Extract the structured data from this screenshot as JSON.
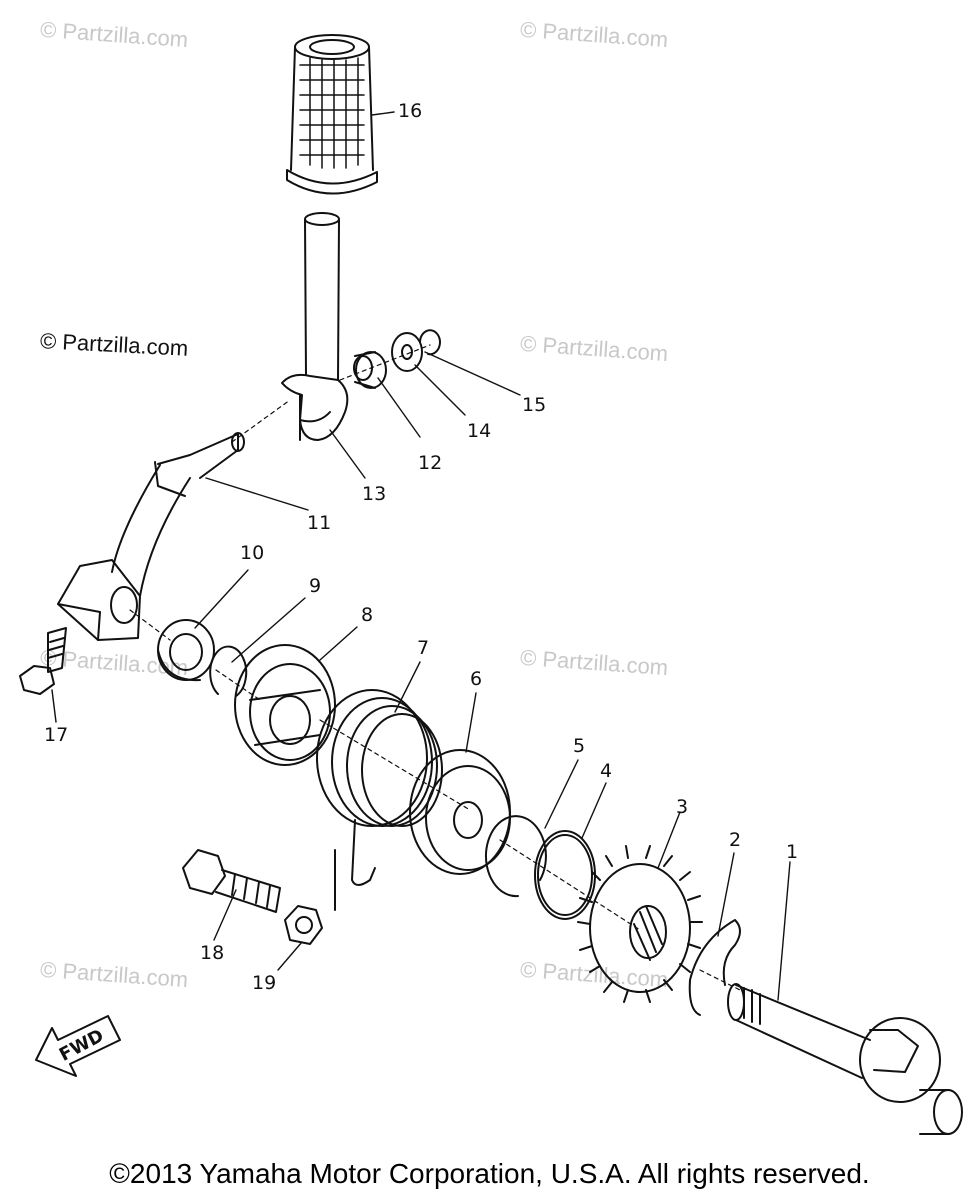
{
  "watermark": "© Partzilla.com",
  "watermark_dark": "© Partzilla.com",
  "footer": {
    "copyright": "©2013 Yamaha Motor Corporation, U.S.A. All rights reserved."
  },
  "fwd": "FWD",
  "callouts": {
    "p1": "1",
    "p2": "2",
    "p3": "3",
    "p4": "4",
    "p5": "5",
    "p6": "6",
    "p7": "7",
    "p8": "8",
    "p9": "9",
    "p10": "10",
    "p11": "11",
    "p12": "12",
    "p13": "13",
    "p14": "14",
    "p15": "15",
    "p16": "16",
    "p17": "17",
    "p18": "18",
    "p19": "19"
  }
}
